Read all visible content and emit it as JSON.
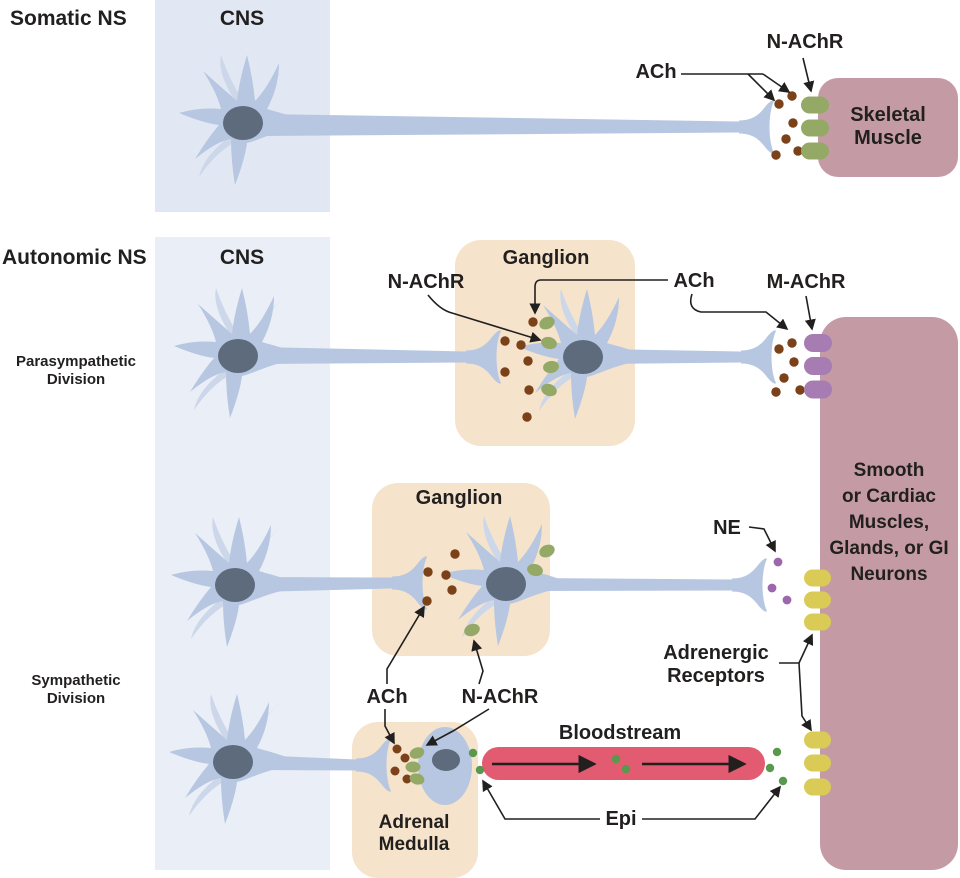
{
  "colors": {
    "background": "#ffffff",
    "text": "#221f1f",
    "line": "#221f1f",
    "cns_box": "#e2e8f3",
    "cns_box_autonomic": "#eaeef7",
    "ganglion_box": "#f6e3cb",
    "target_box": "#c49ba5",
    "neuron": "#b7c7e1",
    "neuron_light": "#cdd7ea",
    "nucleus": "#5d6b7c",
    "ach": "#7b4119",
    "nachr": "#94a966",
    "machr": "#a77cb3",
    "ne": "#9c67ad",
    "adrenergic": "#d9cb55",
    "epi": "#58994d",
    "bloodstream": "#e25b70"
  },
  "somatic": {
    "section_label": "Somatic NS",
    "cns_label": "CNS",
    "ach_label": "ACh",
    "receptor_label": "N-AChR",
    "target_lines": [
      "Skeletal",
      "Muscle"
    ]
  },
  "autonomic": {
    "section_label": "Autonomic NS",
    "cns_label": "CNS",
    "target_lines": [
      "Smooth",
      "or Cardiac",
      "Muscles,",
      "Glands, or GI",
      "Neurons"
    ],
    "parasympathetic": {
      "division_lines": [
        "Parasympathetic",
        "Division"
      ],
      "ganglion_label": "Ganglion",
      "nachr_label": "N-AChR",
      "ach_label": "ACh",
      "machr_label": "M-AChR"
    },
    "sympathetic": {
      "division_lines": [
        "Sympathetic",
        "Division"
      ],
      "ganglion_label": "Ganglion",
      "ach_label": "ACh",
      "nachr_label": "N-AChR",
      "ne_label": "NE",
      "adrenergic_lines": [
        "Adrenergic",
        "Receptors"
      ],
      "adrenal_lines": [
        "Adrenal",
        "Medulla"
      ],
      "bloodstream_label": "Bloodstream",
      "epi_label": "Epi"
    }
  }
}
